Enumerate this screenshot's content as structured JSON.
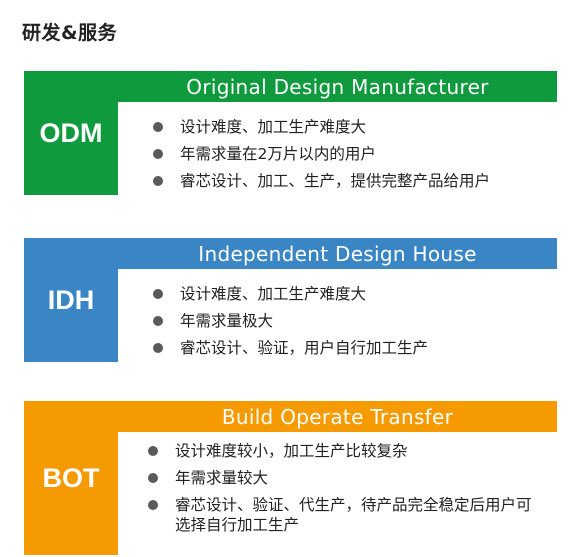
{
  "page_title": "研发&服务",
  "colors": {
    "odm": "#0f9a3d",
    "idh": "#3a86c4",
    "bot": "#f59a00"
  },
  "blocks": [
    {
      "abbr": "ODM",
      "full_name": "Original Design Manufacturer",
      "bullets": [
        "设计难度、加工生产难度大",
        "年需求量在2万片以内的用户",
        "睿芯设计、加工、生产，提供完整产品给用户"
      ]
    },
    {
      "abbr": "IDH",
      "full_name": "Independent Design House",
      "bullets": [
        "设计难度、加工生产难度大",
        "年需求量极大",
        "睿芯设计、验证，用户自行加工生产"
      ]
    },
    {
      "abbr": "BOT",
      "full_name": "Build Operate Transfer",
      "bullets": [
        "设计难度较小，加工生产比较复杂",
        "年需求量较大",
        "睿芯设计、验证、代生产，待产品完全稳定后用户可选择自行加工生产"
      ]
    }
  ]
}
